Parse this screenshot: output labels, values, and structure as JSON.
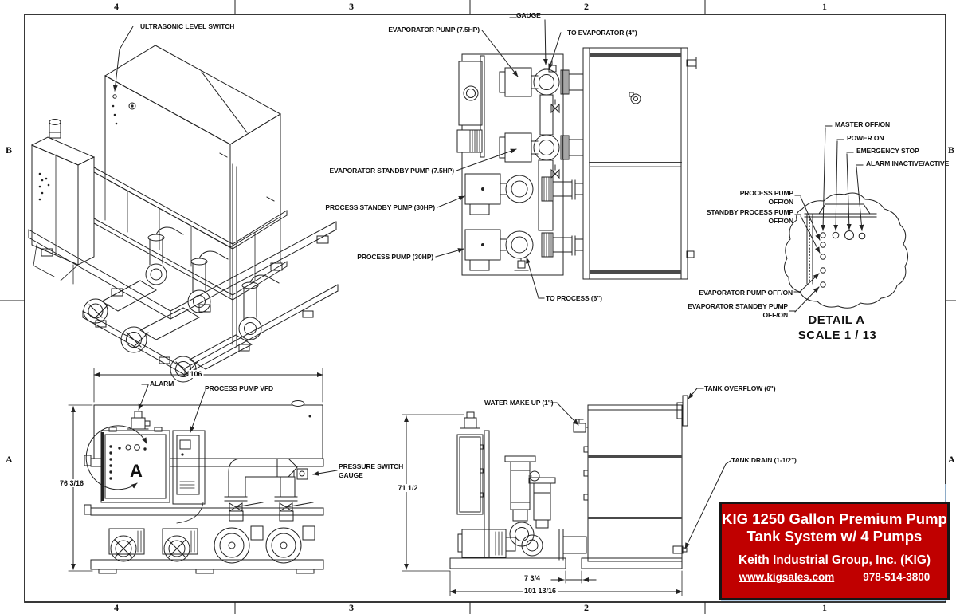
{
  "zones": {
    "cols": [
      "4",
      "3",
      "2",
      "1"
    ],
    "rows": [
      "B",
      "A"
    ]
  },
  "iso": {
    "ultrasonic": "ULTRASONIC LEVEL SWITCH"
  },
  "top": {
    "gauge": "GAUGE",
    "evap_pump": "EVAPORATOR PUMP (7.5HP)",
    "to_evaporator": "TO EVAPORATOR (4\")",
    "evap_standby": "EVAPORATOR STANDBY PUMP (7.5HP)",
    "process_standby": "PROCESS STANDBY PUMP (30HP)",
    "process_pump": "PROCESS PUMP (30HP)",
    "to_process": "TO PROCESS (6\")"
  },
  "detail": {
    "master": "MASTER OFF/ON",
    "power": "POWER ON",
    "estop": "EMERGENCY STOP",
    "alarm": "ALARM INACTIVE/ACTIVE",
    "process_pump_1": "PROCESS PUMP",
    "process_pump_2": "OFF/ON",
    "standby_1": "STANDBY PROCESS PUMP",
    "standby_2": "OFF/ON",
    "evap": "EVAPORATOR PUMP OFF/ON",
    "evap_standby_1": "EVAPORATOR STANDBY PUMP",
    "evap_standby_2": "OFF/ON",
    "title": "DETAIL  A",
    "scale": "SCALE 1 / 13"
  },
  "front": {
    "alarm": "ALARM",
    "vfd": "PROCESS PUMP VFD",
    "psg_1": "PRESSURE SWITCH",
    "psg_2": "GAUGE",
    "marker": "A",
    "dim_width": "106",
    "dim_height": "76 3/16"
  },
  "side": {
    "water": "WATER MAKE UP (1\")",
    "overflow": "TANK OVERFLOW (6\")",
    "drain": "TANK DRAIN (1-1/2\")",
    "dim_height": "71 1/2",
    "dim_gap": "7 3/4",
    "dim_length": "101 13/16"
  },
  "title_block": {
    "line1": "KIG 1250 Gallon Premium Pump",
    "line2": "Tank System w/ 4 Pumps",
    "company": "Keith Industrial Group, Inc. (KIG)",
    "website": "www.kigsales.com",
    "phone": "978-514-3800"
  },
  "colors": {
    "line": "#222222",
    "highlight": "#9dc3e6",
    "title_red": "#c00000"
  }
}
